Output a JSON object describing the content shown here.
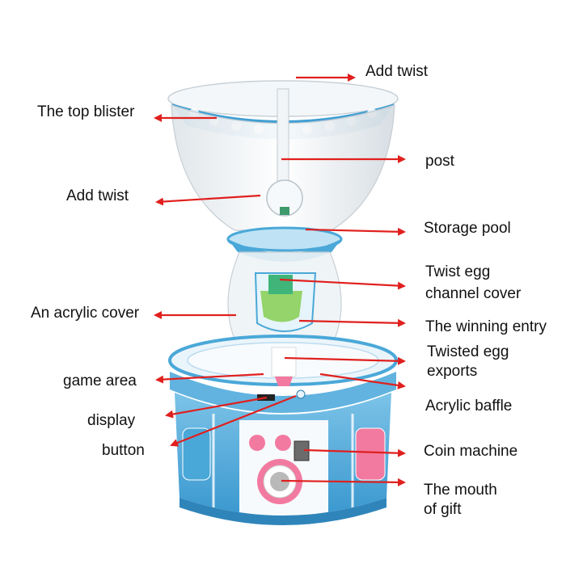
{
  "labels": {
    "add_twist_top": "Add twist",
    "top_blister": "The top blister",
    "post": "post",
    "add_twist_mid": "Add twist",
    "storage_pool": "Storage pool",
    "channel_cover_line1": "Twist egg",
    "channel_cover_line2": "channel cover",
    "acrylic_cover": "An acrylic cover",
    "winning_entry": "The winning entry",
    "egg_exports_line1": "Twisted egg",
    "egg_exports_line2": "exports",
    "game_area": "game area",
    "acrylic_baffle": "Acrylic baffle",
    "display": "display",
    "button": "button",
    "coin_machine": "Coin machine",
    "gift_mouth_line1": "The mouth",
    "gift_mouth_line2": "of gift"
  },
  "colors": {
    "arrow": "#e0201e",
    "machine_blue": "#4aa8d8",
    "machine_light_blue": "#bfe3f5",
    "acrylic": "#e8eef2",
    "pink": "#f27aa0",
    "green": "#8bd05a"
  },
  "icons": [
    "arrow-icon"
  ]
}
